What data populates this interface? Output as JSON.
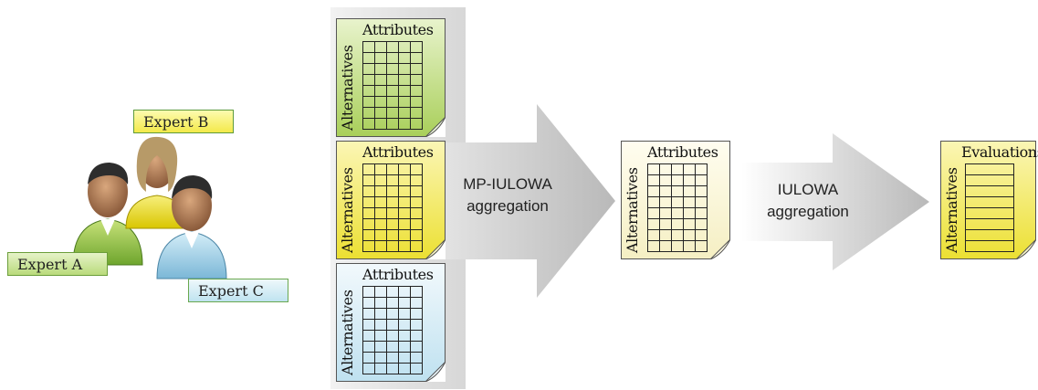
{
  "experts": {
    "a": "Expert A",
    "b": "Expert B",
    "c": "Expert C"
  },
  "docs": {
    "attributes": "Attributes",
    "alternatives": "Alternatives",
    "evaluations": "Evaluations"
  },
  "arrows": {
    "first_line1": "MP-IULOWA",
    "first_line2": "aggregation",
    "second_line1": "IULOWA",
    "second_line2": "aggregation"
  },
  "colors": {
    "green_doc": "#b7d86b",
    "yellow_doc": "#f1ec55",
    "blue_doc": "#c5e4f2",
    "cream_doc": "#fbf7d6"
  }
}
